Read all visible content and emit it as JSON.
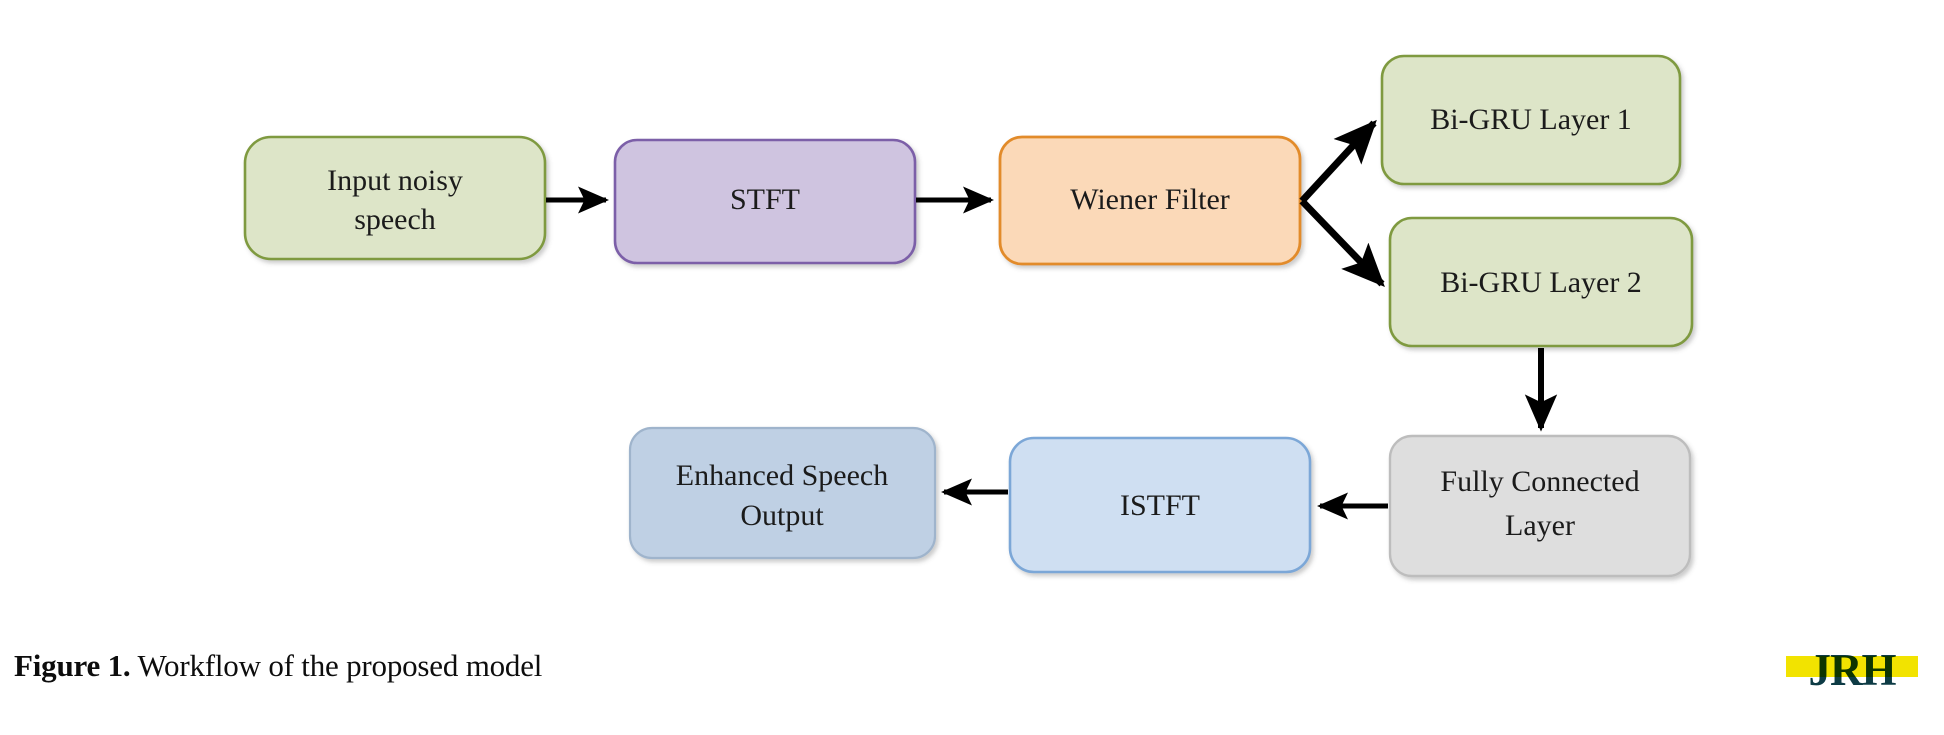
{
  "figure": {
    "caption_prefix": "Figure 1.",
    "caption_text": " Workflow of the proposed model",
    "logo_text": "JRH"
  },
  "colors": {
    "green_fill": "#dde5c8",
    "green_border": "#7f9a40",
    "purple_fill": "#cfc4e0",
    "purple_border": "#7b5ea8",
    "orange_fill": "#fbd9b8",
    "orange_border": "#e28b2a",
    "gray_fill": "#dedede",
    "gray_border": "#bdbdbd",
    "blue_fill": "#cfdff2",
    "blue_border": "#7ba7d7",
    "steel_fill": "#bfd0e4",
    "steel_border": "#9fb4cc",
    "arrow": "#000000",
    "text": "#1b1b1b"
  },
  "nodes": [
    {
      "id": "input-noisy-speech",
      "label_line1": "Input noisy",
      "label_line2": "speech"
    },
    {
      "id": "stft",
      "label_line1": "STFT",
      "label_line2": ""
    },
    {
      "id": "wiener-filter",
      "label_line1": "Wiener Filter",
      "label_line2": ""
    },
    {
      "id": "bi-gru-layer-1",
      "label_line1": "Bi-GRU Layer  1",
      "label_line2": ""
    },
    {
      "id": "bi-gru-layer-2",
      "label_line1": "Bi-GRU Layer 2",
      "label_line2": ""
    },
    {
      "id": "fully-connected-layer",
      "label_line1": "Fully Connected",
      "label_line2": "Layer"
    },
    {
      "id": "istft",
      "label_line1": "ISTFT",
      "label_line2": ""
    },
    {
      "id": "enhanced-speech-output",
      "label_line1": "Enhanced Speech",
      "label_line2": "Output"
    }
  ],
  "edges": [
    {
      "id": "edge-input-to-stft",
      "from": "input-noisy-speech",
      "to": "stft"
    },
    {
      "id": "edge-stft-to-wiener",
      "from": "stft",
      "to": "wiener-filter"
    },
    {
      "id": "edge-wiener-to-gru1",
      "from": "wiener-filter",
      "to": "bi-gru-layer-1"
    },
    {
      "id": "edge-wiener-to-gru2",
      "from": "wiener-filter",
      "to": "bi-gru-layer-2"
    },
    {
      "id": "edge-gru2-to-fc",
      "from": "bi-gru-layer-2",
      "to": "fully-connected-layer"
    },
    {
      "id": "edge-fc-to-istft",
      "from": "fully-connected-layer",
      "to": "istft"
    },
    {
      "id": "edge-istft-to-output",
      "from": "istft",
      "to": "enhanced-speech-output"
    }
  ]
}
